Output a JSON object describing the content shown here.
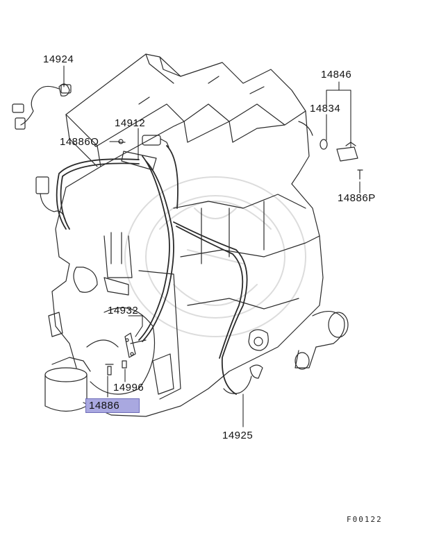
{
  "parts": {
    "p14924": "14924",
    "p14846": "14846",
    "p14834": "14834",
    "p14912": "14912",
    "p14886Q": "14886Q",
    "p14886P": "14886P",
    "p14932": "14932",
    "p14996": "14996",
    "p14886": "14886",
    "p14925": "14925"
  },
  "highlighted_part": "14886",
  "figure_code": "F00122",
  "colors": {
    "highlight": "#a9a8e0",
    "line": "#222222"
  }
}
